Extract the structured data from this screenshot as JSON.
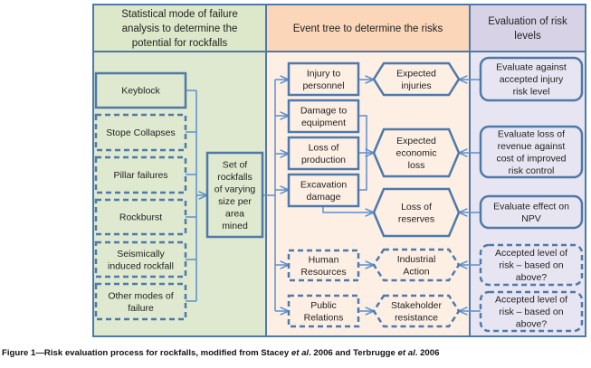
{
  "colors": {
    "border": "#4f79a9",
    "connector": "#5b8fcf",
    "green_bg": "#dfe9cf",
    "green_header": "#dce8c9",
    "peach_header": "#fbd6b8",
    "peach_bg": "#fdefe4",
    "purple_header": "#d8d2e6",
    "purple_bg": "#e7e5f1"
  },
  "columns": {
    "left_header": [
      "Statistical mode of failure",
      "analysis to determine the",
      "potential for rockfalls"
    ],
    "middle_header": [
      "Event tree to determine the risks"
    ],
    "right_header": [
      "Evaluation of risk",
      "levels"
    ]
  },
  "nodes": {
    "keyblock": [
      "Keyblock"
    ],
    "stope": [
      "Stope Collapses"
    ],
    "pillar": [
      "Pillar failures"
    ],
    "rockburst": [
      "Rockburst"
    ],
    "seismic": [
      "Seismically",
      "induced rockfall"
    ],
    "other": [
      "Other modes of",
      "failure"
    ],
    "rockfalls_set": [
      "Set of",
      "rockfalls",
      "of varying",
      "size per",
      "area",
      "mined"
    ],
    "injury": [
      "Injury to",
      "personnel"
    ],
    "damage": [
      "Damage to",
      "equipment"
    ],
    "loss_prod": [
      "Loss of",
      "production"
    ],
    "excavation": [
      "Excavation",
      "damage"
    ],
    "human": [
      "Human",
      "Resources"
    ],
    "public": [
      "Public",
      "Relations"
    ],
    "exp_injuries": [
      "Expected",
      "injuries"
    ],
    "exp_econ": [
      "Expected",
      "economic",
      "loss"
    ],
    "loss_reserves": [
      "Loss of",
      "reserves"
    ],
    "industrial": [
      "Industrial",
      "Action"
    ],
    "stakeholder": [
      "Stakeholder",
      "resistance"
    ],
    "eval_injury": [
      "Evaluate against",
      "accepted  injury",
      "risk level"
    ],
    "eval_revenue": [
      "Evaluate loss of",
      "revenue against",
      "cost of improved",
      "risk control"
    ],
    "eval_npv": [
      "Evaluate effect  on",
      "NPV"
    ],
    "accepted_1": [
      "Accepted level of",
      "risk – based on",
      "above?"
    ],
    "accepted_2": [
      "Accepted level of",
      "risk – based on",
      "above?"
    ]
  },
  "caption": {
    "part1": "Figure 1—Risk evaluation process for rockfalls, modified from Stacey ",
    "etal1": "et al",
    "part2": ". 2006 and Terbrugge ",
    "etal2": "et al",
    "part3": ". 2006"
  }
}
